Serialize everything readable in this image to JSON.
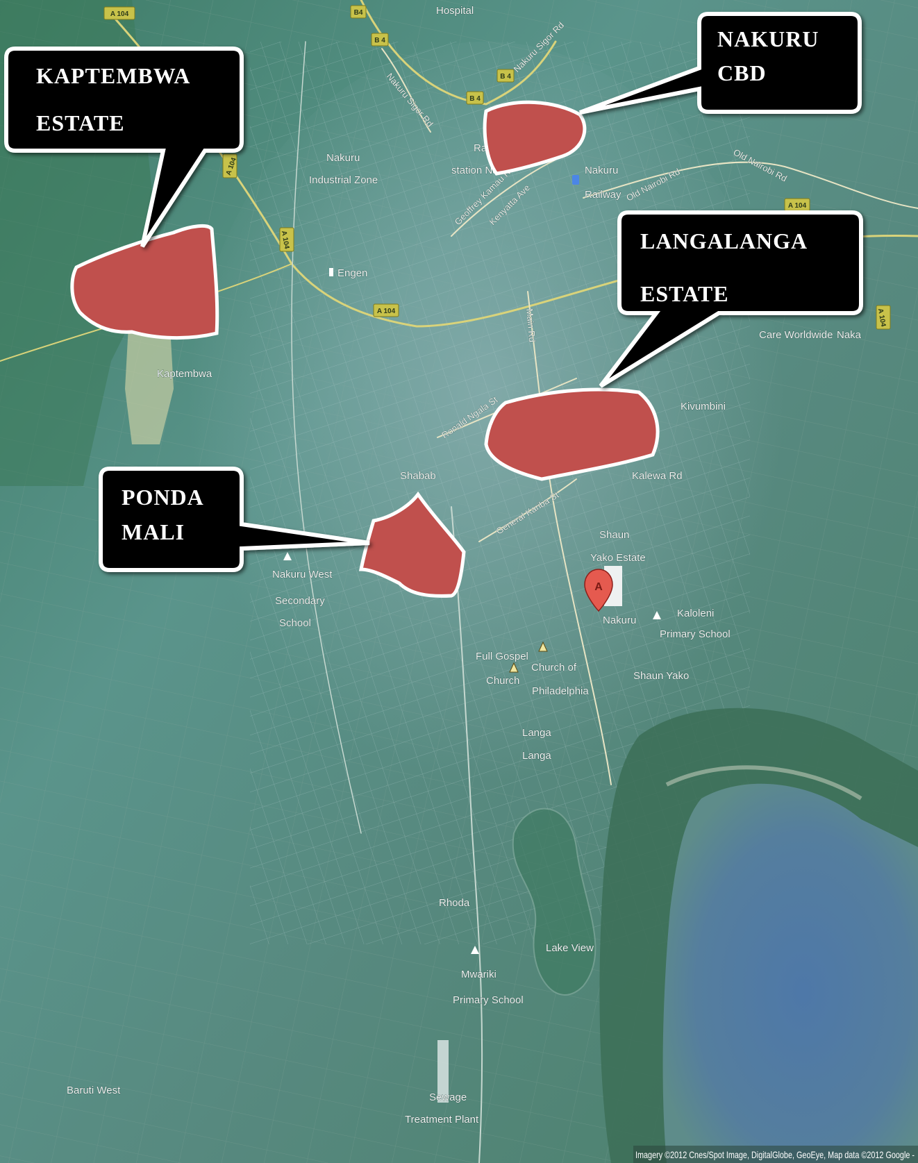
{
  "colors": {
    "area_fill": "#c0504d",
    "callout_fill": "#000000",
    "callout_text": "#ffffff",
    "terrain": "#4f8a80",
    "lake": "#4f77a3"
  },
  "callouts": {
    "kaptembwa_line1": "KAPTEMBWA",
    "kaptembwa_line2": "ESTATE",
    "nakuru_line1": "NAKURU",
    "nakuru_line2": "CBD",
    "langalanga_line1": "LANGALANGA",
    "langalanga_line2": "ESTATE",
    "pondamali_line1": "PONDA",
    "pondamali_line2": "MALI"
  },
  "labels": {
    "hospital": "Hospital",
    "industrial_zone_1": "Nakuru",
    "industrial_zone_2": "Industrial Zone",
    "engen": "Engen",
    "kaptembwa": "Kaptembwa",
    "station_1": "Rai",
    "station_2": "station Naku",
    "nakuru_railway_1": "Nakuru",
    "nakuru_railway_2": "Railway",
    "care_worldwide": "Care Worldwide",
    "naka": "Naka",
    "kivumbini": "Kivumbini",
    "kalewa_rd": "Kalewa Rd",
    "shabab": "Shabab",
    "shaun_yako_estate_1": "Shaun",
    "shaun_yako_estate_2": "Yako Estate",
    "nakuru_west_1": "Nakuru West",
    "nakuru_west_2": "Secondary",
    "nakuru_west_3": "School",
    "nakuru_town": "Nakuru",
    "kaloleni_1": "Kaloleni",
    "kaloleni_2": "Primary School",
    "full_gospel_1": "Full Gospel",
    "full_gospel_2": "Church",
    "philadelphia_1": "Church of",
    "philadelphia_2": "Philadelphia",
    "shaun_yako": "Shaun Yako",
    "langa_1": "Langa",
    "langa_2": "Langa",
    "rhoda": "Rhoda",
    "lake_view": "Lake View",
    "mwariki_1": "Mwariki",
    "mwariki_2": "Primary School",
    "baruti_west": "Baruti West",
    "sewage_1": "Sewage",
    "sewage_2": "Treatment Plant"
  },
  "roads": {
    "nakuru_sigor_1": "Nakuru Sigor Rd",
    "nakuru_sigor_2": "Nakuru Sigor Rd",
    "old_nairobi_1": "Old Nairobi Rd",
    "old_nairobi_2": "Old Nairobi Rd",
    "geoffrey_kamau": "Geoffrey Kamau Rd",
    "kenyatta_ave": "Kenyatta Ave",
    "main_rd": "Main Rd",
    "ronald_ngala": "Ronald Ngala St",
    "general_kariba": "General Kariba St"
  },
  "shields": {
    "a104_top": "A 104",
    "a104_left": "A 104",
    "a104_mid": "A 104",
    "a104_center": "A 104",
    "a104_right": "A 104",
    "a104_far_right": "A 104",
    "b4_top": "B4",
    "b4_a": "B 4",
    "b4_b": "B 4",
    "b4_c": "B 4"
  },
  "marker": {
    "letter": "A"
  },
  "credit": "Imagery ©2012 Cnes/Spot Image, DigitalGlobe, GeoEye, Map data ©2012 Google -"
}
